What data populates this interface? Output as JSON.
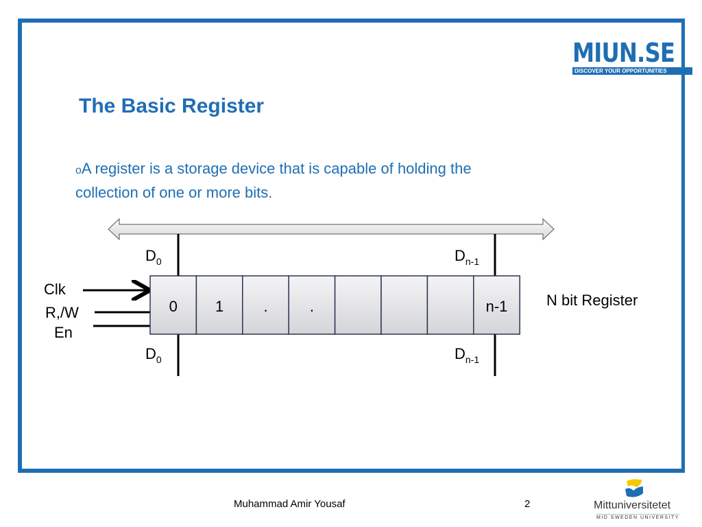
{
  "header": {
    "logo_text": "MIUN.SE",
    "logo_tagline": "DISCOVER YOUR OPPORTUNITIES"
  },
  "slide": {
    "title": "The Basic Register",
    "bullet_marker": "o",
    "bullet_text": "A register is a storage device that is capable of holding the collection of one or more bits."
  },
  "diagram": {
    "top_left_label": {
      "main": "D",
      "sub": "0"
    },
    "top_right_label": {
      "main": "D",
      "sub": "n-1"
    },
    "bottom_left_label": {
      "main": "D",
      "sub": "0"
    },
    "bottom_right_label": {
      "main": "D",
      "sub": "n-1"
    },
    "inputs": [
      "Clk",
      "R,/W",
      "En"
    ],
    "cells": [
      "0",
      "1",
      ".",
      ".",
      "",
      "",
      "",
      "n-1"
    ],
    "register_label": "N bit Register"
  },
  "footer": {
    "author": "Muhammad Amir Yousaf",
    "page_number": "2",
    "university_name": "Mittuniversitetet",
    "university_subtitle": "MID SWEDEN UNIVERSITY"
  },
  "colors": {
    "accent": "#1f6eb4",
    "logo_yellow": "#f6c800"
  }
}
